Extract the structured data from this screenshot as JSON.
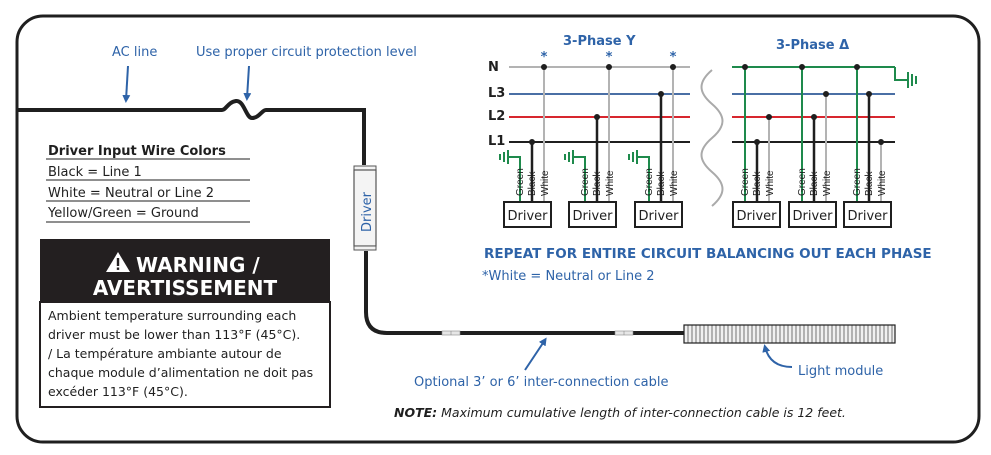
{
  "colors": {
    "accent_blue": "#2e63a8",
    "wire_black": "#1f1f1f",
    "neutral_gray": "#b3b3b3",
    "phase_l3_blue": "#4a6fa5",
    "phase_l2_red": "#d7262e",
    "ground_green": "#1e8a4c",
    "warning_bg": "#231f20"
  },
  "callouts": {
    "ac_line": "AC line",
    "circuit_protection": "Use proper circuit protection level",
    "inter_connection_cable": "Optional 3’ or 6’ inter-connection cable",
    "light_module": "Light module",
    "driver_inline": "Driver"
  },
  "wire_colors_legend": {
    "title": "Driver Input  Wire Colors",
    "rows": [
      "Black = Line 1",
      "White = Neutral or Line 2",
      "Yellow/Green = Ground"
    ]
  },
  "warning": {
    "icon": "warning-triangle-icon",
    "title_line1": "WARNING /",
    "title_line2": "AVERTISSEMENT",
    "body_lines": [
      "Ambient temperature surrounding each",
      "driver must be lower than 113°F (45°C).",
      "/ La température ambiante autour de",
      "chaque module d’alimentation ne doit pas",
      "excéder 113°F (45°C)."
    ]
  },
  "wye": {
    "title": "3-Phase Y",
    "bus_labels": [
      "N",
      "L3",
      "L2",
      "L1"
    ],
    "asterisk": "*",
    "wire_labels": [
      "Green",
      "Black",
      "White"
    ],
    "driver_label": "Driver",
    "driver_count": 3
  },
  "delta": {
    "title": "3-Phase Δ",
    "wire_labels": [
      "Green",
      "Black",
      "White"
    ],
    "driver_label": "Driver",
    "driver_count": 3
  },
  "repeat_note": "REPEAT FOR ENTIRE CIRCUIT BALANCING OUT EACH PHASE",
  "white_note": "*White = Neutral or Line 2",
  "footer_note": {
    "label": "NOTE:",
    "text": " Maximum cumulative length of inter-connection cable is 12 feet."
  }
}
